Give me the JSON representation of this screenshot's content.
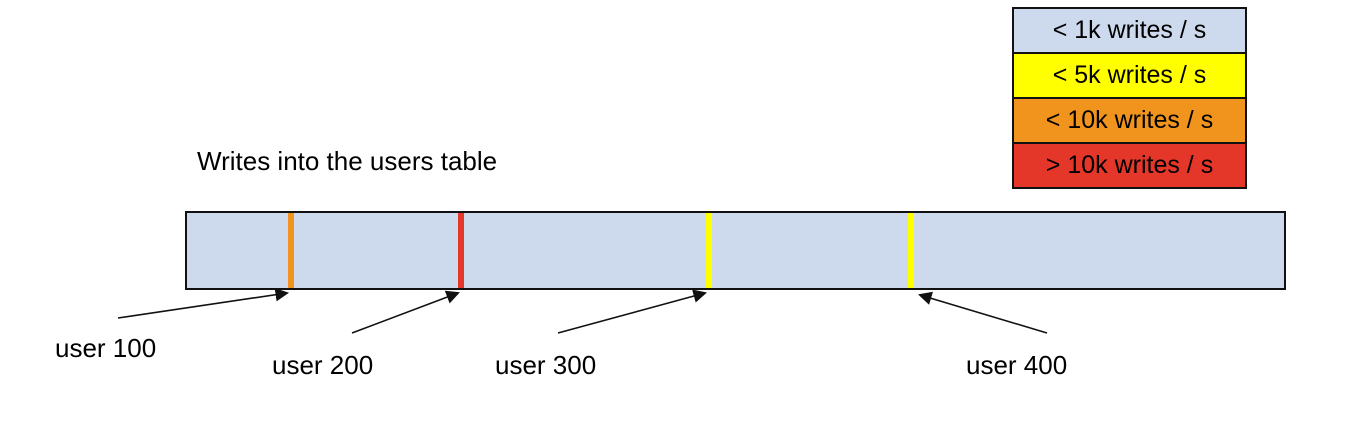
{
  "title": "Writes into the users table",
  "legend": [
    {
      "label": "< 1k writes / s",
      "color": "#cdd9ec"
    },
    {
      "label": "< 5k writes / s",
      "color": "#ffff00"
    },
    {
      "label": "< 10k writes / s",
      "color": "#f0941e"
    },
    {
      "label": "> 10k writes / s",
      "color": "#e5362a"
    }
  ],
  "bar": {
    "fill": "#cdd9ec",
    "border_color": "#111111"
  },
  "callouts": [
    {
      "label": "user 100",
      "marker_color": "#f0941e",
      "rate": "< 10k writes / s"
    },
    {
      "label": "user 200",
      "marker_color": "#e5362a",
      "rate": "> 10k writes / s"
    },
    {
      "label": "user 300",
      "marker_color": "#ffff00",
      "rate": "< 5k writes / s"
    },
    {
      "label": "user 400",
      "marker_color": "#ffff00",
      "rate": "< 5k writes / s"
    }
  ],
  "colors": {
    "arrow": "#111111",
    "text": "#000000",
    "background": "#ffffff"
  }
}
